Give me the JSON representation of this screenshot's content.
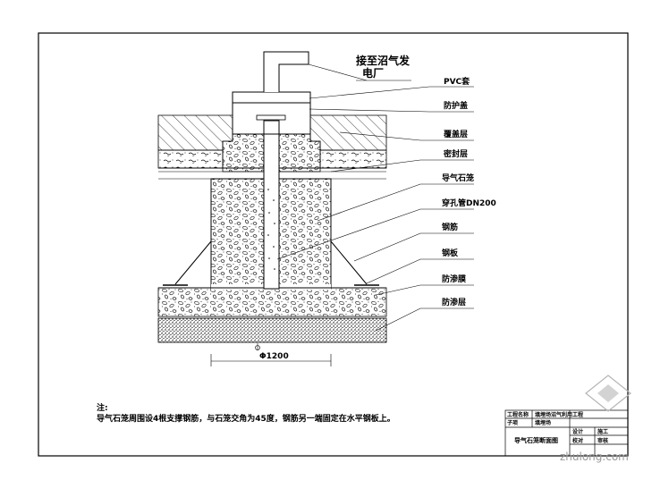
{
  "top_label": {
    "line1": "接至沼气发",
    "line2": "电厂"
  },
  "labels": [
    "PVC套",
    "防护盖",
    "覆盖层",
    "密封层",
    "导气石笼",
    "穿孔管DN200",
    "钢筋",
    "钢板",
    "防渗膜",
    "防渗层"
  ],
  "dimension": "Φ1200",
  "note": {
    "title": "注:",
    "text": "导气石笼周围设4根支撑钢筋，与石笼交角为45度，钢筋另一端固定在水平钢板上。"
  },
  "title_block": {
    "r1a": "工程名称",
    "r1b": "填埋场沼气利用工程",
    "r2a": "子项",
    "r2b": "填埋场",
    "r3b": "设计",
    "r4b": "校对",
    "r4c": "审核",
    "drawing_title": "导气石笼断面图",
    "grade": "施工"
  },
  "watermark": "zhulong.com"
}
